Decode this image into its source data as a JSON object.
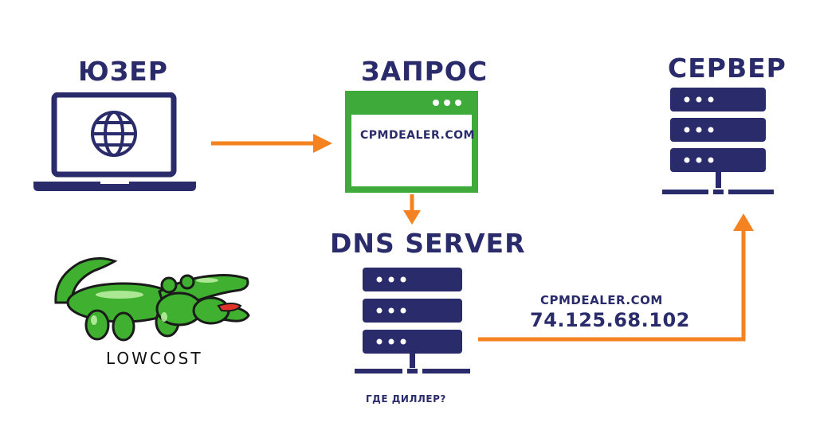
{
  "labels": {
    "user": "ЮЗЕР",
    "request": "ЗАПРОС",
    "server": "СЕРВЕР",
    "dns_server": "DNS SERVER",
    "domain_in_window": "CPMDEALER.COM",
    "resolved_domain": "CPMDEALER.COM",
    "resolved_ip": "74.125.68.102",
    "where_dealer": "ГДЕ ДИЛЛЕР?"
  },
  "logo": {
    "text": "LOWCOST"
  },
  "colors": {
    "navy": "#2a2b6a",
    "orange": "#f58220",
    "green": "#3daa3a",
    "croc_green": "#3fb02f"
  },
  "icons": {
    "user": "laptop-globe-icon",
    "request": "browser-window-icon",
    "server": "server-rack-icon",
    "dns": "server-rack-icon",
    "logo": "crocodile-balloon-logo"
  }
}
